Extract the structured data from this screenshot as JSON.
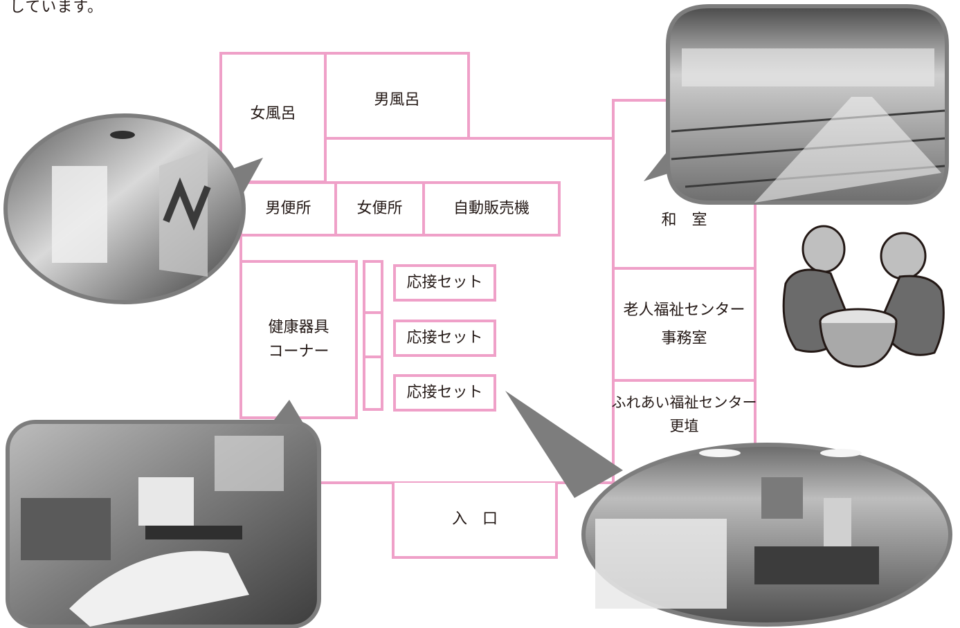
{
  "intro_text": "しています。",
  "colors": {
    "wall": "#efa0c8",
    "photo_border": "#7d7d7d",
    "text": "#231815"
  },
  "rooms": {
    "womens_bath": "女風呂",
    "mens_bath": "男風呂",
    "mens_toilet": "男便所",
    "womens_toilet": "女便所",
    "vending_machines": "自動販売機",
    "japanese_room": "和　室",
    "health_equipment": [
      "健康器具",
      "コーナー"
    ],
    "reception_sets": [
      "応接セット",
      "応接セット",
      "応接セット"
    ],
    "center_office": [
      "老人福祉センター",
      "事務室"
    ],
    "fureai_center": [
      "ふれあい福祉センター",
      "更埴"
    ],
    "entrance": "入　口"
  },
  "images": {
    "bath_photo": "bath-photo",
    "japanese_room_photo": "tatami-room-photo",
    "health_corner_photo": "massage-chairs-photo",
    "lobby_photo": "lobby-photo",
    "go_players": "elderly-go-players-illustration"
  }
}
